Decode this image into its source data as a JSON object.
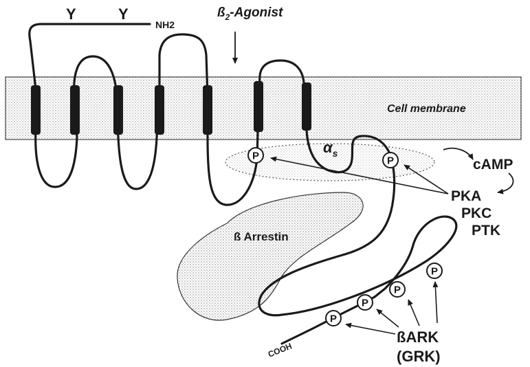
{
  "labels": {
    "agonist": "ß",
    "agonist_sub": "2",
    "agonist_rest": "-Agonist",
    "nh2": "NH2",
    "cell_membrane": "Cell membrane",
    "alpha": "α",
    "alpha_sub": "s",
    "camp": "cAMP",
    "pka": "PKA",
    "pkc": "PKC",
    "ptk": "PTK",
    "arrestin": "ß Arrestin",
    "bark": "ßARK",
    "grk": "(GRK)",
    "cooh": "COOH",
    "glyco": "Y"
  },
  "phospho_sites": {
    "label": "P"
  },
  "colors": {
    "ink": "#1a1a1a",
    "membrane_stipple": "#9a9a9a",
    "arrestin_stipple": "#8f8f8f"
  }
}
